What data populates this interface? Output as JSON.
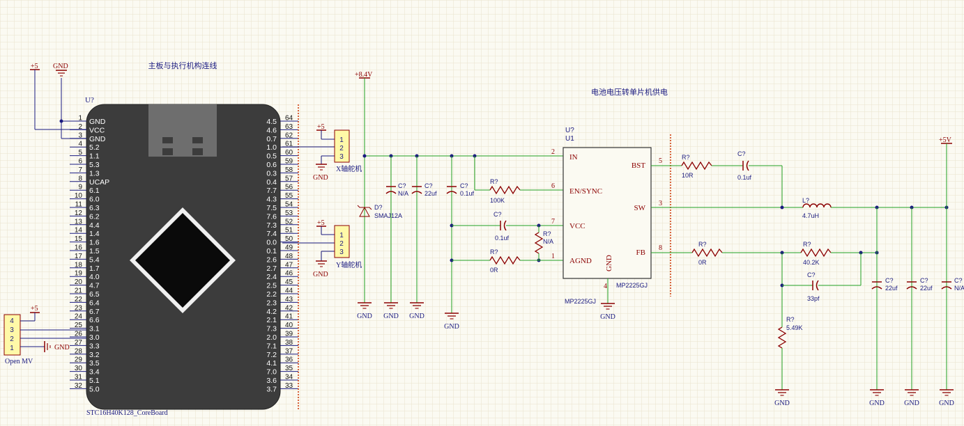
{
  "colors": {
    "wire": "#22a022",
    "part": "#8b0000",
    "text": "#1a1a80",
    "power": "#8b0000",
    "board": "#3c3c3c",
    "header": "#fff9a8"
  },
  "titles": {
    "mainboard": "主板与执行机构连线",
    "battery": "电池电压转单片机供电"
  },
  "mcu": {
    "designator": "U?",
    "name": "STC16H40K128_CoreBoard",
    "left_pin_numbers": [
      "1",
      "2",
      "3",
      "4",
      "5",
      "6",
      "7",
      "8",
      "9",
      "10",
      "11",
      "12",
      "13",
      "14",
      "15",
      "16",
      "17",
      "18",
      "19",
      "20",
      "21",
      "22",
      "23",
      "24",
      "25",
      "26",
      "27",
      "28",
      "29",
      "30",
      "31",
      "32"
    ],
    "right_pin_numbers": [
      "64",
      "63",
      "62",
      "61",
      "60",
      "59",
      "58",
      "57",
      "56",
      "55",
      "54",
      "53",
      "52",
      "51",
      "50",
      "49",
      "48",
      "47",
      "46",
      "45",
      "44",
      "43",
      "42",
      "41",
      "40",
      "39",
      "38",
      "37",
      "36",
      "35",
      "34",
      "33"
    ],
    "inner_left": [
      "GND",
      "VCC",
      "GND",
      "5.2",
      "1.1",
      "5.3",
      "1.3",
      "UCAP",
      "6.1",
      "6.0",
      "6.3",
      "6.2",
      "4.4",
      "1.4",
      "1.6",
      "1.5",
      "5.4",
      "1.7",
      "4.0",
      "4.7",
      "6.5",
      "6.4",
      "6.7",
      "6.6",
      "3.1",
      "3.0",
      "3.3",
      "3.2",
      "3.5",
      "3.4",
      "5.1",
      "5.0"
    ],
    "inner_right": [
      "4.5",
      "4.6",
      "0.7",
      "1.0",
      "0.5",
      "0.6",
      "0.3",
      "0.4",
      "7.7",
      "4.3",
      "7.5",
      "7.6",
      "7.3",
      "7.4",
      "0.0",
      "0.1",
      "2.6",
      "2.7",
      "2.4",
      "2.5",
      "2.2",
      "2.3",
      "4.2",
      "2.1",
      "7.3",
      "2.0",
      "7.1",
      "7.2",
      "4.1",
      "7.0",
      "3.6",
      "3.7"
    ]
  },
  "power": {
    "p5v": "+5",
    "gnd": "GND",
    "p84v": "+8.4V",
    "p5v_out": "+5V"
  },
  "connectors": {
    "x_servo": {
      "label": "X轴舵机",
      "pins": [
        "1",
        "2",
        "3"
      ]
    },
    "y_servo": {
      "label": "Y轴舵机",
      "pins": [
        "1",
        "2",
        "3"
      ]
    },
    "openmv": {
      "label": "Open MV",
      "pins": [
        "4",
        "3",
        "2",
        "1"
      ]
    }
  },
  "regulator": {
    "designator": "U?",
    "designator2": "U1",
    "part": "MP2225GJ",
    "part_inside": "MP2225GJ",
    "pins": {
      "in": {
        "num": "2",
        "name": "IN"
      },
      "en": {
        "num": "6",
        "name": "EN/SYNC"
      },
      "vcc": {
        "num": "7",
        "name": "VCC"
      },
      "agnd": {
        "num": "1",
        "name": "AGND"
      },
      "gnd": {
        "num": "4",
        "name": "GND"
      },
      "bst": {
        "num": "5",
        "name": "BST"
      },
      "sw": {
        "num": "3",
        "name": "SW"
      },
      "fb": {
        "num": "8",
        "name": "FB"
      }
    }
  },
  "components": {
    "d1": {
      "ref": "D?",
      "value": "SMAJ12A"
    },
    "c_in1": {
      "ref": "C?",
      "value": "N/A"
    },
    "c_in2": {
      "ref": "C?",
      "value": "22uf"
    },
    "c_in3": {
      "ref": "C?",
      "value": "0.1uf"
    },
    "r_en": {
      "ref": "R?",
      "value": "100K"
    },
    "c_vcc": {
      "ref": "C?",
      "value": "0.1uf"
    },
    "r_vcc": {
      "ref": "R?",
      "value": "N/A"
    },
    "r_agnd": {
      "ref": "R?",
      "value": "0R"
    },
    "r_bst": {
      "ref": "R?",
      "value": "10R"
    },
    "c_bst": {
      "ref": "C?",
      "value": "0.1uf"
    },
    "l1": {
      "ref": "L?",
      "value": "4.7uH"
    },
    "r_fb": {
      "ref": "R?",
      "value": "0R"
    },
    "r_fb_top": {
      "ref": "R?",
      "value": "40.2K"
    },
    "c_ff": {
      "ref": "C?",
      "value": "33pf"
    },
    "r_fb_bot": {
      "ref": "R?",
      "value": "5.49K"
    },
    "c_out1": {
      "ref": "C?",
      "value": "22uf"
    },
    "c_out2": {
      "ref": "C?",
      "value": "22uf"
    },
    "c_out3": {
      "ref": "C?",
      "value": "N/A"
    }
  }
}
